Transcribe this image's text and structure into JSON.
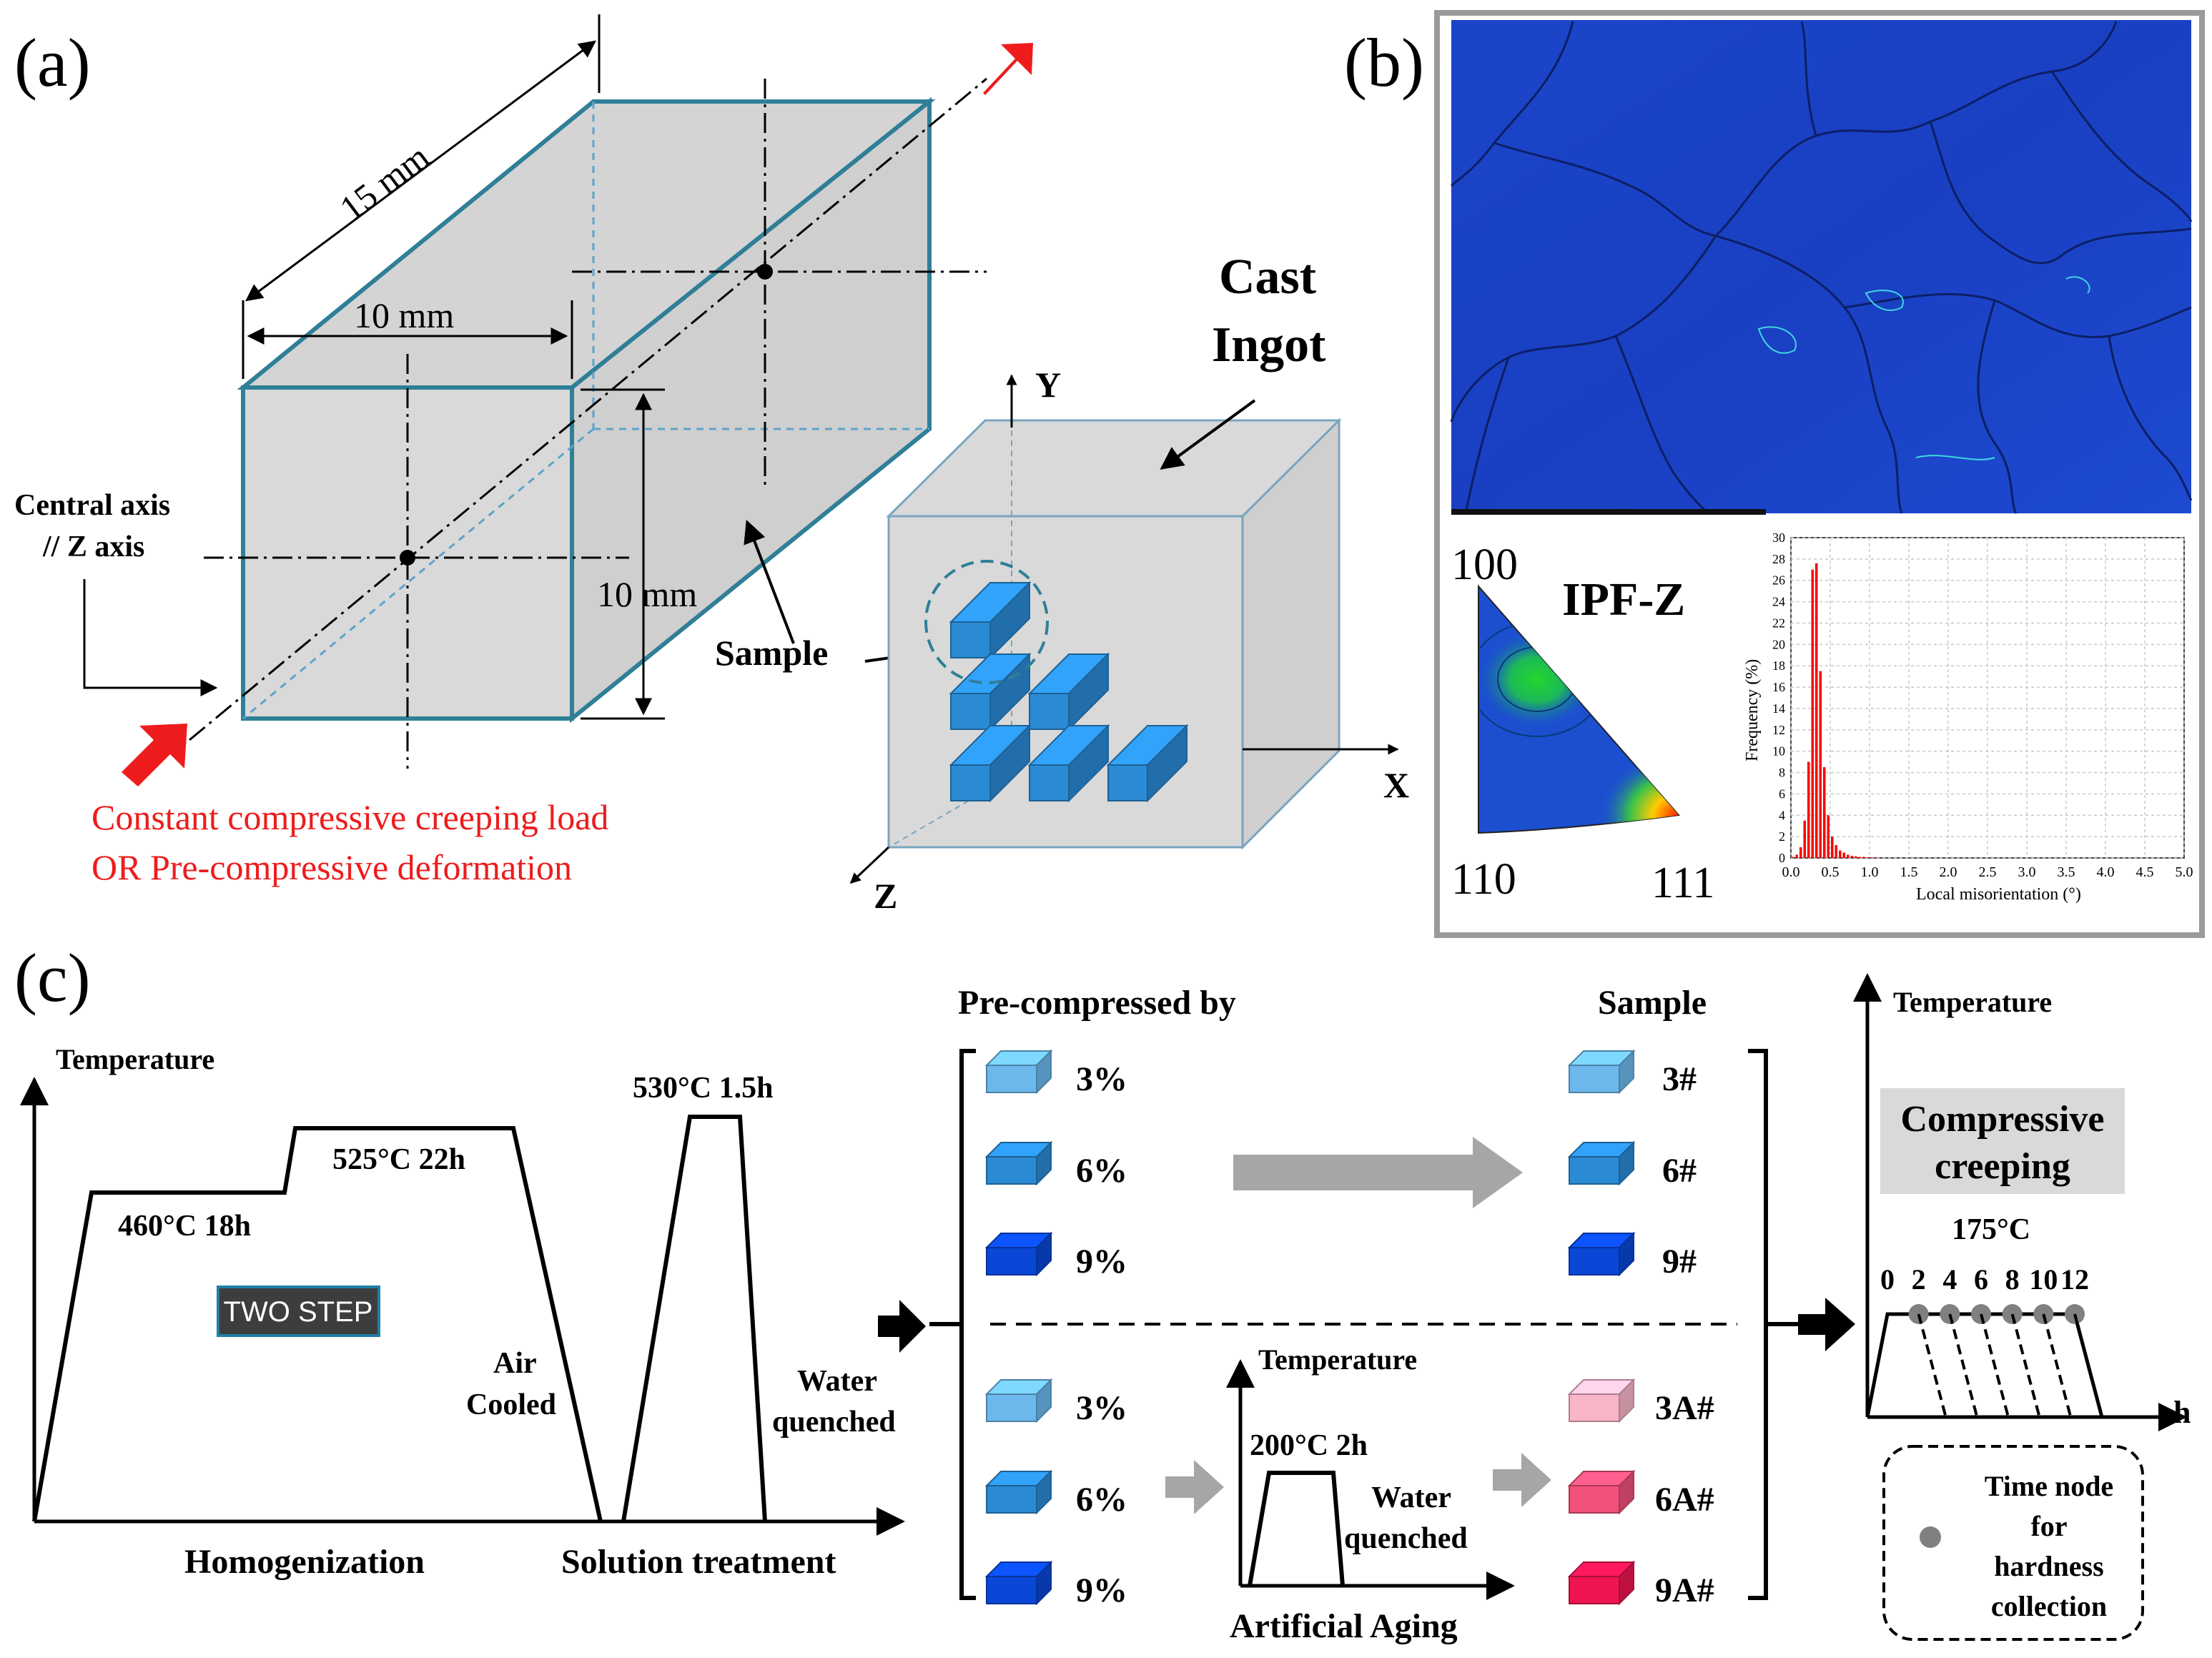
{
  "panel_a": {
    "label": "(a)",
    "dim_length": "15 mm",
    "dim_width": "10 mm",
    "dim_height": "10 mm",
    "central_axis_line1": "Central axis",
    "central_axis_line2": "// Z axis",
    "sample_label": "Sample",
    "ingot_line1": "Cast",
    "ingot_line2": "Ingot",
    "axis_x": "X",
    "axis_y": "Y",
    "axis_z": "Z",
    "load_line1": "Constant compressive creeping load",
    "load_line2": "OR Pre-compressive deformation",
    "colors": {
      "box_edge": "#2f7f97",
      "box_fill": "#d9d9d9",
      "cube_fill": "#2a8ad4",
      "arrow_red": "#ee1c1c"
    }
  },
  "panel_b": {
    "label": "(b)",
    "ipf_title": "IPF-Z",
    "pole_100": "100",
    "pole_110": "110",
    "pole_111": "111",
    "histogram": {
      "ylabel": "Frequency (%)",
      "xlabel": "Local misorientation (°)",
      "x_ticks": [
        "0.0",
        "0.5",
        "1.0",
        "1.5",
        "2.0",
        "2.5",
        "3.0",
        "3.5",
        "4.0",
        "4.5",
        "5.0"
      ],
      "y_ticks": [
        "0",
        "2",
        "4",
        "6",
        "8",
        "10",
        "12",
        "14",
        "16",
        "18",
        "20",
        "22",
        "24",
        "26",
        "28",
        "30"
      ]
    }
  },
  "chart_data": {
    "type": "bar",
    "xlabel": "Local misorientation (°)",
    "ylabel": "Frequency (%)",
    "xlim": [
      0,
      5
    ],
    "ylim": [
      0,
      30
    ],
    "bin_width": 0.05,
    "x": [
      0.05,
      0.1,
      0.15,
      0.2,
      0.25,
      0.3,
      0.35,
      0.4,
      0.45,
      0.5,
      0.55,
      0.6,
      0.65,
      0.7,
      0.75,
      0.8,
      0.85,
      0.9,
      0.95,
      1.0,
      1.05,
      1.1
    ],
    "values": [
      0.1,
      0.3,
      1.0,
      3.5,
      9.0,
      27.0,
      27.6,
      17.5,
      8.5,
      4.0,
      2.0,
      1.2,
      0.7,
      0.5,
      0.3,
      0.2,
      0.15,
      0.1,
      0.1,
      0.05,
      0.05,
      0.05
    ],
    "grid": true,
    "bar_color": "#ff0000"
  },
  "panel_c": {
    "label": "(c)",
    "temp_label": "Temperature",
    "homog_step1": "460°C 18h",
    "homog_step2": "525°C 22h",
    "two_step": "TWO STEP",
    "air_line1": "Air",
    "air_line2": "Cooled",
    "solution": "530°C 1.5h",
    "water_line1": "Water",
    "water_line2": "quenched",
    "homogenization": "Homogenization",
    "solution_treatment": "Solution treatment",
    "precompressed_by": "Pre-compressed by",
    "sample_header": "Sample",
    "pct_rows_top": [
      "3%",
      "6%",
      "9%"
    ],
    "samples_top": [
      "3#",
      "6#",
      "9#"
    ],
    "pct_rows_bottom": [
      "3%",
      "6%",
      "9%"
    ],
    "samples_bottom": [
      "3A#",
      "6A#",
      "9A#"
    ],
    "aging_temp_label": "Temperature",
    "aging_step": "200°C 2h",
    "aging_water1": "Water",
    "aging_water2": "quenched",
    "artificial_aging": "Artificial Aging",
    "creep_temp_label": "Temperature",
    "compressive_line1": "Compressive",
    "compressive_line2": "creeping",
    "creep_temp": "175°C",
    "time_nodes": [
      "0",
      "2",
      "4",
      "6",
      "8",
      "10",
      "12"
    ],
    "h_label": "h",
    "legend_line1": "Time node",
    "legend_line2": "for",
    "legend_line3": "hardness",
    "legend_line4": "collection",
    "colors": {
      "light_blue": "#6cb8ec",
      "mid_blue": "#2a8ad4",
      "dark_blue": "#0a47d6",
      "pink_light": "#f8b5c8",
      "pink_mid": "#f0517a",
      "pink_dark": "#ee1550",
      "grey_arrow": "#a6a6a6",
      "node_grey": "#808080"
    }
  }
}
